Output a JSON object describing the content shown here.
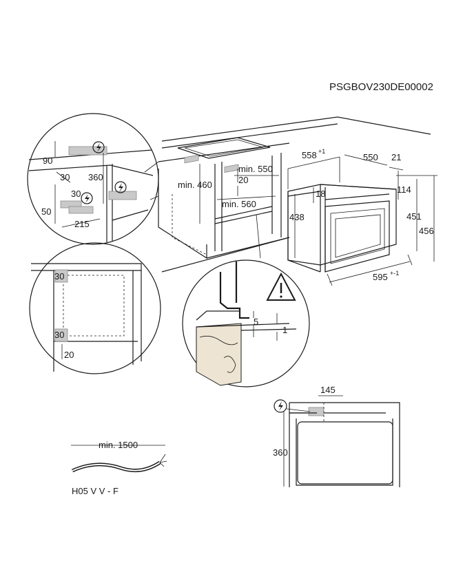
{
  "doc_code": "PSGBOV230DE00002",
  "cabinet": {
    "d_90": "90",
    "d_30a": "30",
    "d_360": "360",
    "d_30b": "30",
    "d_50": "50",
    "d_215": "215",
    "d_min550": "min. 550",
    "d_min460": "min. 460",
    "d_20": "20",
    "d_min560": "min. 560"
  },
  "oven": {
    "d_558": "558",
    "d_558_tol": "+1",
    "d_550": "550",
    "d_21": "21",
    "d_114": "114",
    "d_18": "18",
    "d_438": "438",
    "d_451": "451",
    "d_456": "456",
    "d_595": "595",
    "d_595_tol": "+-1"
  },
  "side_detail": {
    "d_30_top": "30",
    "d_30_bottom": "30",
    "d_20": "20"
  },
  "gap_detail": {
    "d_5": "5",
    "d_1": "1"
  },
  "socket_detail": {
    "d_145": "145",
    "d_360": "360"
  },
  "cable": {
    "length": "min. 1500",
    "type": "H05 V V - F"
  },
  "icons": {
    "electric": "electric-hazard-icon",
    "warning": "warning-triangle-icon"
  }
}
